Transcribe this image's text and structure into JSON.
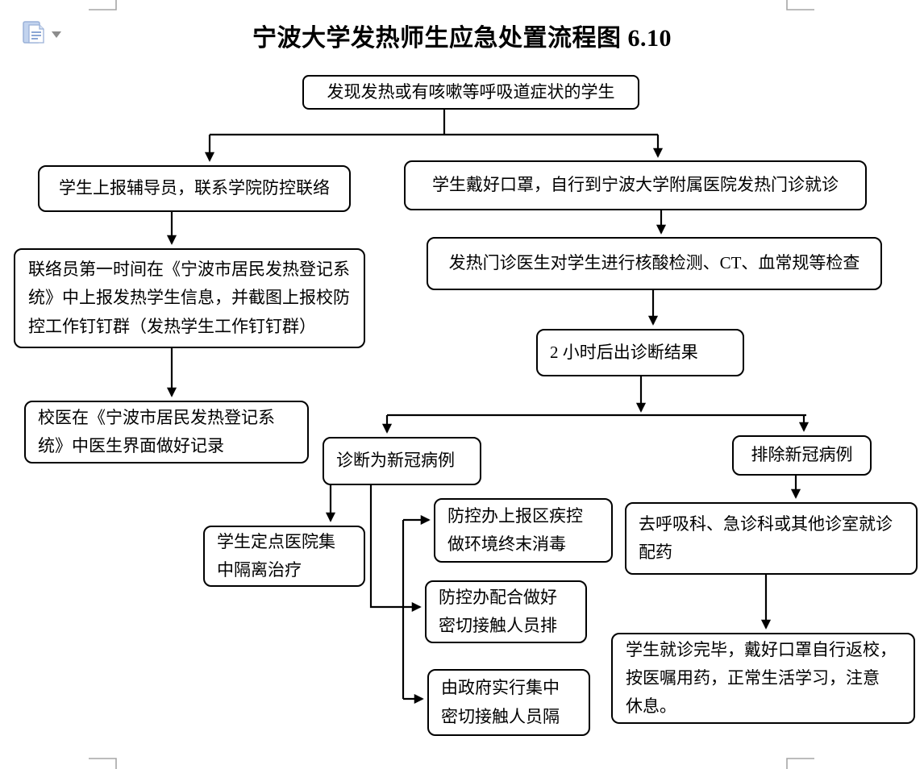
{
  "page": {
    "title": "宁波大学发热师生应急处置流程图 6.10"
  },
  "toolbar": {
    "paste_options_icon": "paste-options-document-icon",
    "dropdown_icon": "chevron-down-triangle"
  },
  "colors": {
    "line": "#000000",
    "node_border": "#000000",
    "node_fill": "#ffffff",
    "crop_mark": "#a6a6a6",
    "icon_blue": "#a9c0e4",
    "icon_line_blue": "#6f8fc9",
    "dropdown_gray": "#8c8c8c"
  },
  "flowchart": {
    "nodes": {
      "detect": {
        "label": "发现发热或有咳嗽等呼吸道症状的学生"
      },
      "report": {
        "label": "学生上报辅导员，联系学院防控联络"
      },
      "mask": {
        "label": "学生戴好口罩，自行到宁波大学附属医院发热门诊就诊"
      },
      "liaison": {
        "label": "联络员第一时间在《宁波市居民发热登记系\n统》中上报发热学生信息，并截图上报校防\n控工作钉钉群（发热学生工作钉钉群）"
      },
      "exam": {
        "label": "发热门诊医生对学生进行核酸检测、CT、血常规等检查"
      },
      "result": {
        "label": "2 小时后出诊断结果"
      },
      "record": {
        "label": "校医在《宁波市居民发热登记系\n统》中医生界面做好记录"
      },
      "diagnosed": {
        "label": "诊断为新冠病例"
      },
      "excluded": {
        "label": "排除新冠病例"
      },
      "isolate": {
        "label": "学生定点医院集\n中隔离治疗"
      },
      "cdc": {
        "label": "防控办上报区疾控\n做环境终末消毒"
      },
      "resp": {
        "label": "去呼吸科、急诊科或其他诊室就诊\n配药"
      },
      "contact": {
        "label": "防控办配合做好\n密切接触人员排"
      },
      "gov": {
        "label": "由政府实行集中\n密切接触人员隔"
      },
      "return": {
        "label": "学生就诊完毕，戴好口罩自行返校，\n按医嘱用药，正常生活学习，注意\n休息。"
      }
    },
    "edges": [
      {
        "from": "detect",
        "to": "report"
      },
      {
        "from": "detect",
        "to": "mask"
      },
      {
        "from": "report",
        "to": "liaison"
      },
      {
        "from": "liaison",
        "to": "record"
      },
      {
        "from": "mask",
        "to": "exam"
      },
      {
        "from": "exam",
        "to": "result"
      },
      {
        "from": "result",
        "to": "diagnosed"
      },
      {
        "from": "result",
        "to": "excluded"
      },
      {
        "from": "diagnosed",
        "to": "isolate"
      },
      {
        "from": "diagnosed",
        "to": "contact"
      },
      {
        "from": "diagnosed",
        "to": "cdc"
      },
      {
        "from": "diagnosed",
        "to": "gov"
      },
      {
        "from": "excluded",
        "to": "resp"
      },
      {
        "from": "resp",
        "to": "return"
      }
    ]
  }
}
